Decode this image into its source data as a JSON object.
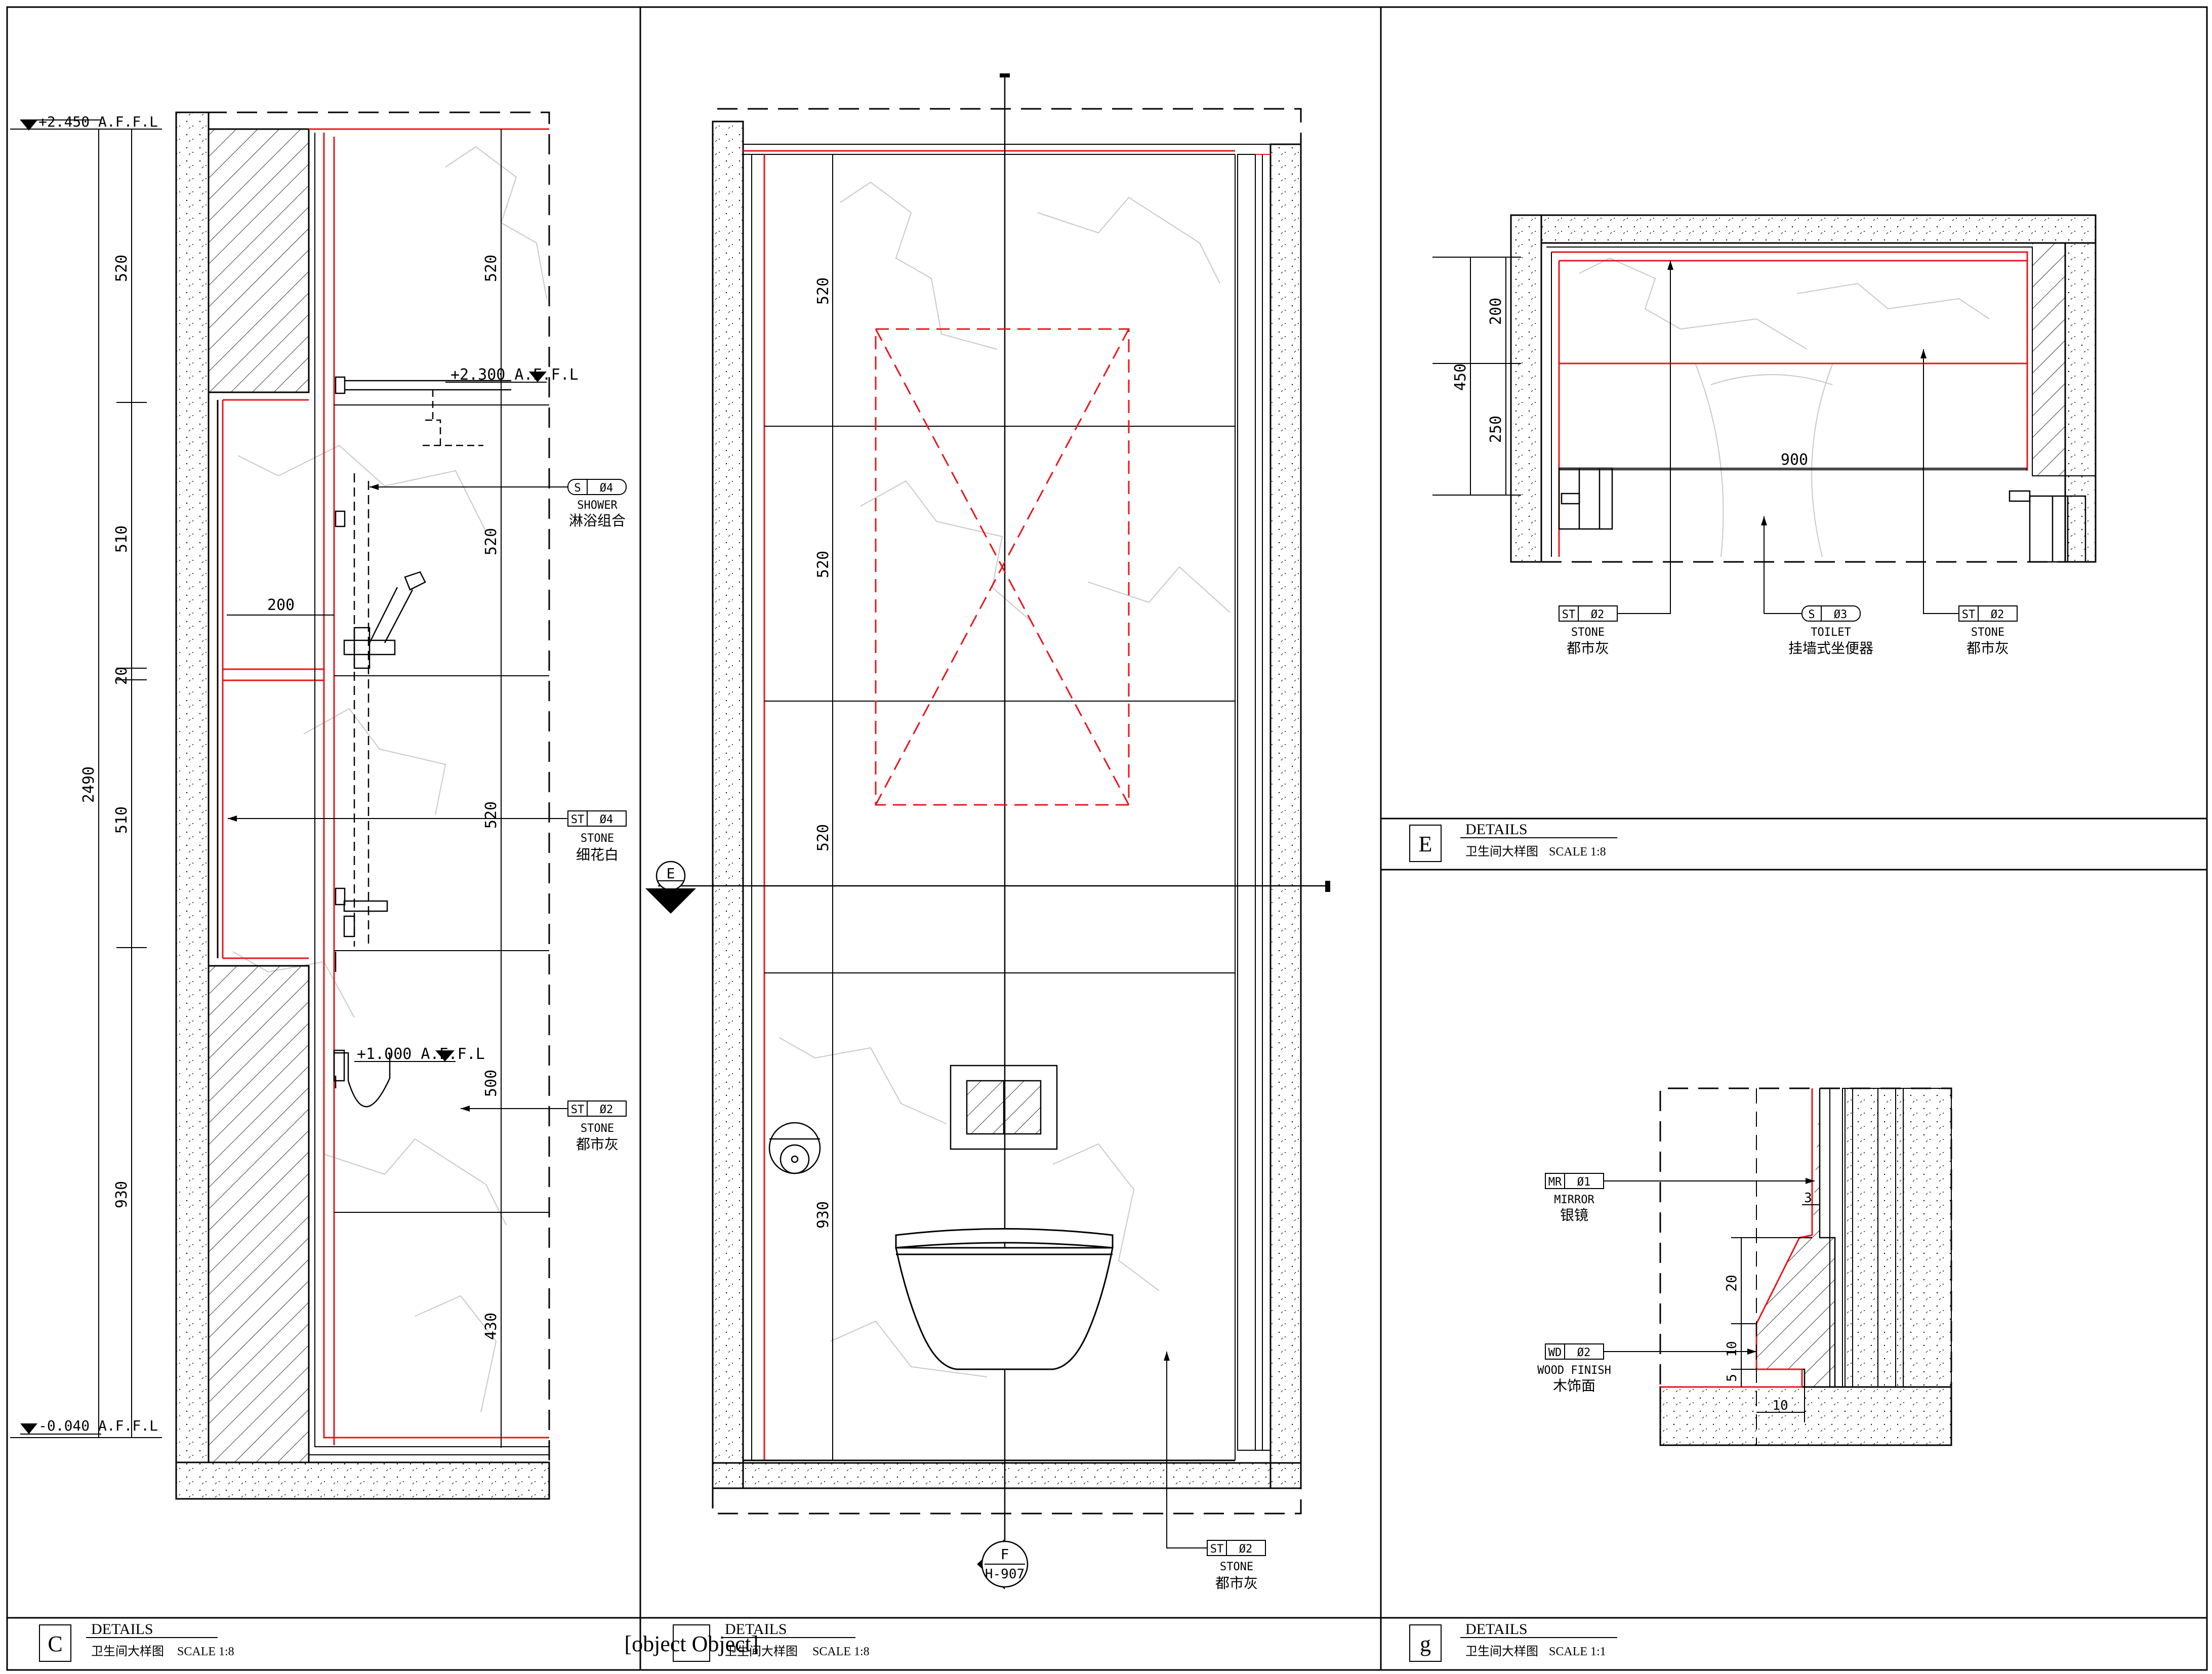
{
  "panels": {
    "c": {
      "tag": "C",
      "title": "DETAILS",
      "subtitle": "卫生间大样图",
      "scale": "SCALE  1:8",
      "levels": {
        "top": "+2.450 A.F.F.L",
        "shower": "+2.300 A.F.F.L",
        "mid": "+1.000 A.F.F.L",
        "floor": "-0.040 A.F.F.L"
      },
      "dims_outer": [
        "520",
        "510",
        "20",
        "510",
        "930"
      ],
      "dim_total": "2490",
      "dims_inner": [
        "520",
        "520",
        "520",
        "500",
        "430"
      ],
      "dim_niche": "200",
      "tags": [
        {
          "code": "S",
          "num": "Ø4",
          "en": "SHOWER",
          "cn": "淋浴组合"
        },
        {
          "code": "ST",
          "num": "Ø4",
          "en": "STONE",
          "cn": "细花白"
        },
        {
          "code": "ST",
          "num": "Ø2",
          "en": "STONE",
          "cn": "都市灰"
        }
      ]
    },
    "p02": {
      "tag": {
        "code": "ST",
        "num": "Ø2",
        "en": "STONE",
        "cn": "都市灰"
      },
      "title": "DETAILS",
      "subtitle": "卫生间大样图",
      "scale": "SCALE  1:8",
      "dims": [
        "520",
        "520",
        "520",
        "930"
      ],
      "section_e": "E",
      "section_f": "F",
      "section_f_ref": "H-907"
    },
    "e": {
      "tag": "E",
      "title": "DETAILS",
      "subtitle": "卫生间大样图",
      "scale": "SCALE  1:8",
      "dims": {
        "total": "450",
        "top": "200",
        "bottom": "250",
        "width": "900"
      },
      "tags": [
        {
          "code": "ST",
          "num": "Ø2",
          "en": "STONE",
          "cn": "都市灰"
        },
        {
          "code": "S",
          "num": "Ø3",
          "en": "TOILET",
          "cn": "挂墙式坐便器"
        },
        {
          "code": "ST",
          "num": "Ø2",
          "en": "STONE",
          "cn": "都市灰"
        }
      ]
    },
    "g": {
      "tag": "g",
      "title": "DETAILS",
      "subtitle": "卫生间大样图",
      "scale": "SCALE  1:1",
      "dims": {
        "d3": "3",
        "d20": "20",
        "d10a": "10",
        "d5": "5",
        "d10b": "10"
      },
      "tags": [
        {
          "code": "MR",
          "num": "Ø1",
          "en": "MIRROR",
          "cn": "银镜"
        },
        {
          "code": "WD",
          "num": "Ø2",
          "en": "WOOD FINISH",
          "cn": "木饰面"
        }
      ]
    }
  },
  "colors": {
    "line": "#000000",
    "accent": "#e8141c",
    "grey": "#b4b4b4"
  }
}
